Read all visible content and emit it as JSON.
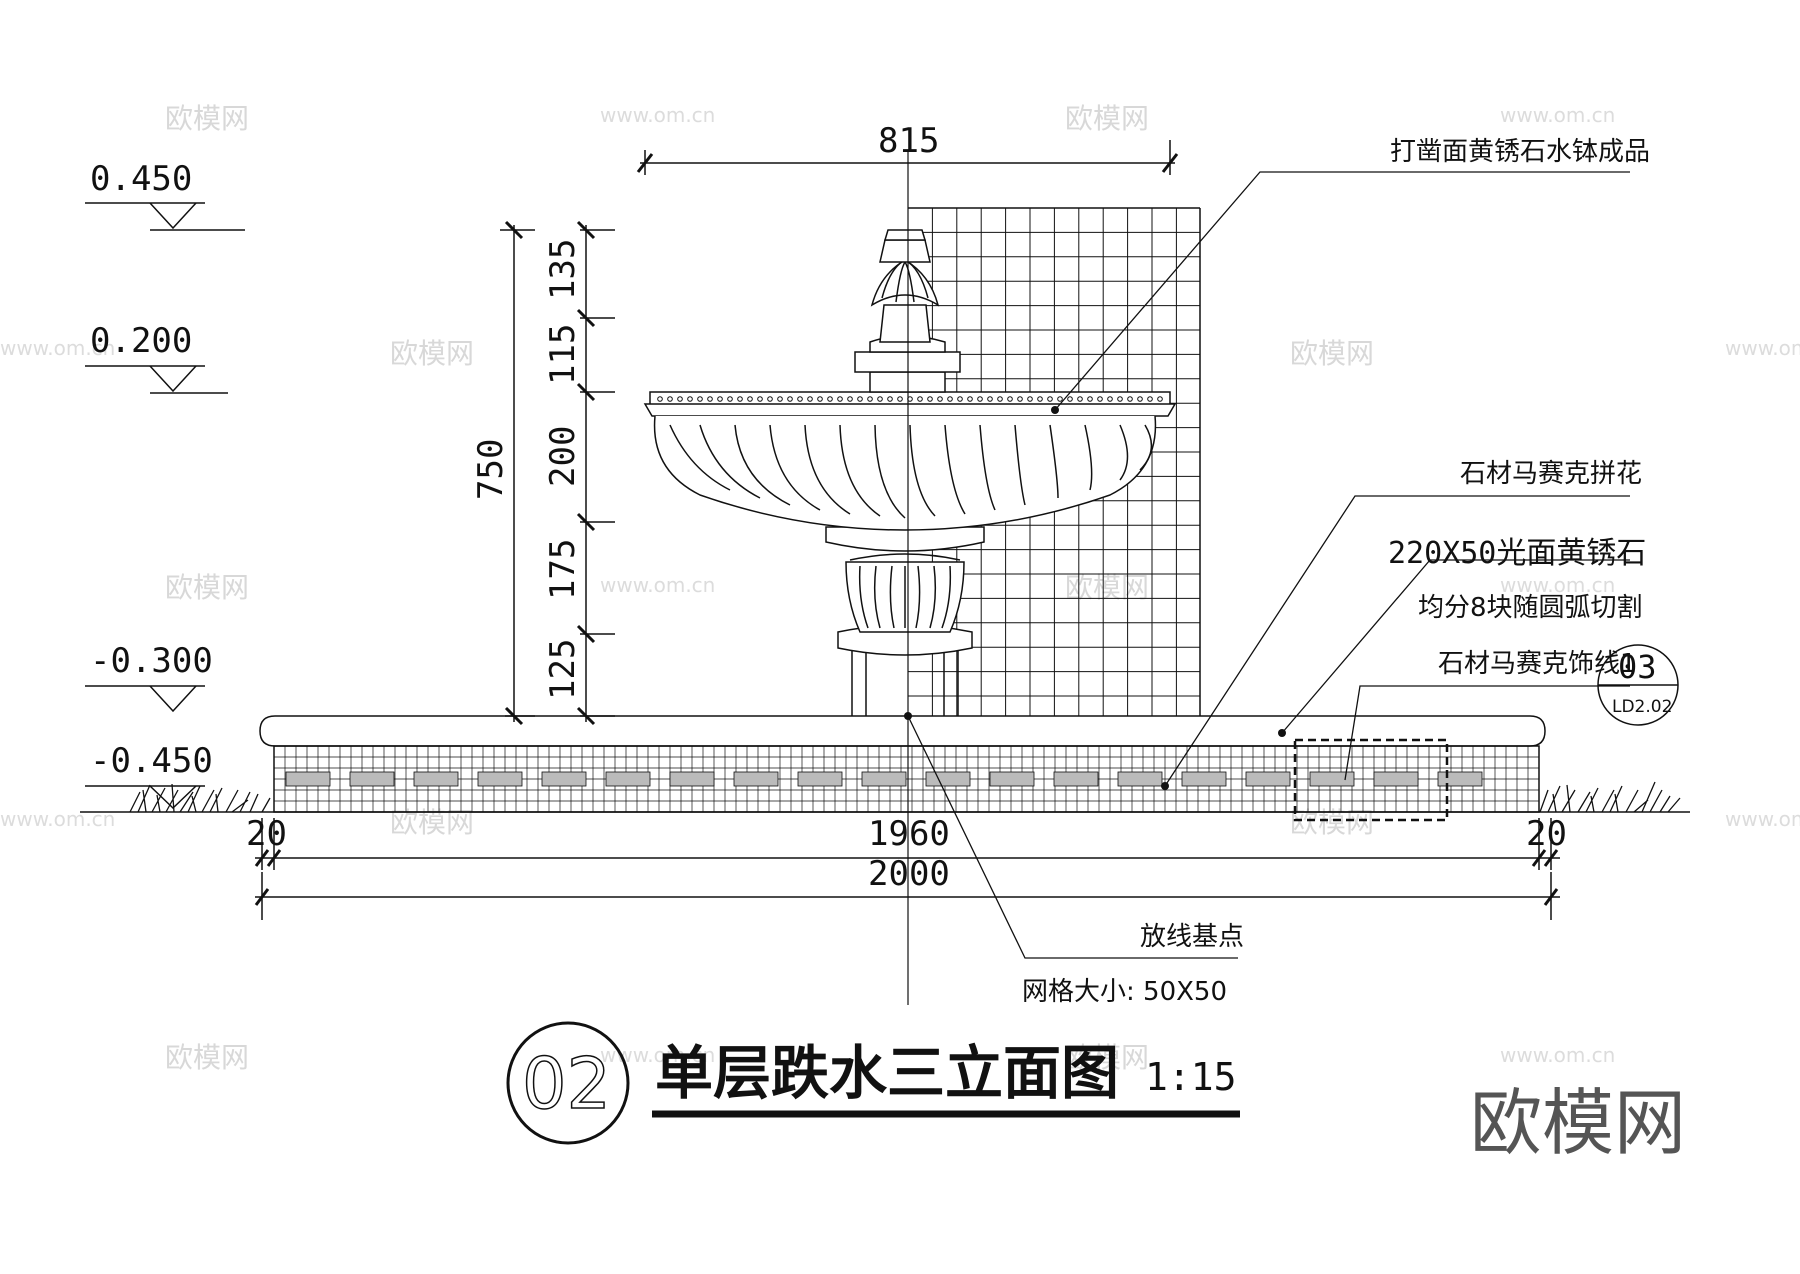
{
  "watermark": {
    "text": "欧模网",
    "url": "www.om.cn"
  },
  "brand_mark": "欧模网",
  "levels": [
    "0.450",
    "0.200",
    "-0.300",
    "-0.450"
  ],
  "dimensions": {
    "top_width": "815",
    "total_height": "750",
    "segments": [
      "135",
      "115",
      "200",
      "175",
      "125"
    ],
    "edge_left": "20",
    "base_width": "1960",
    "edge_right": "20",
    "total_width": "2000"
  },
  "annotations": {
    "bowl": "打凿面黄锈石水钵成品",
    "mosaic": "石材马赛克拼花",
    "stone_spec": "220X50光面黄锈石",
    "stone_cut": "均分8块随圆弧切割",
    "mosaic_line": "石材马赛克饰线1",
    "base_point": "放线基点",
    "grid_size": "网格大小: 50X50"
  },
  "detail_ref": {
    "number": "03",
    "sheet": "LD2.02"
  },
  "title": {
    "number": "02",
    "text": "单层跌水三立面图",
    "scale": "1:15"
  }
}
